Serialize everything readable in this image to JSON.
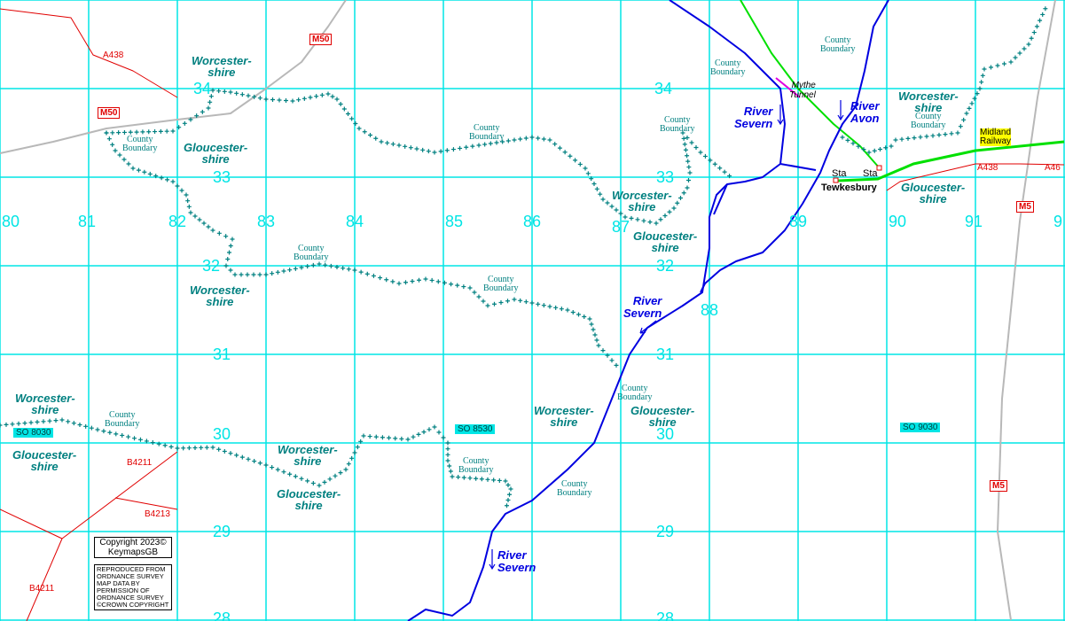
{
  "grid": {
    "eastings": [
      "80",
      "81",
      "82",
      "83",
      "84",
      "85",
      "86",
      "87",
      "88",
      "89",
      "90",
      "91",
      "9"
    ],
    "northings": [
      "34",
      "33",
      "32",
      "31",
      "30",
      "29",
      "28"
    ]
  },
  "grid_refs": [
    "SO 8030",
    "SO 8530",
    "SO 9030"
  ],
  "counties": {
    "worcestershire": "Worcester-\nshire",
    "gloucestershire": "Gloucester-\nshire"
  },
  "county_boundary": "County\nBoundary",
  "rivers": {
    "severn": "River\nSevern",
    "avon": "River\nAvon"
  },
  "roads": {
    "a438": "A438",
    "a46": "A46",
    "b4211": "B4211",
    "b4213": "B4213",
    "m50": "M50",
    "m5": "M5"
  },
  "places": {
    "tunnel": "Mythe\nTunnel",
    "station": "Sta",
    "town": "Tewkesbury",
    "railway": "Midland\nRailway"
  },
  "copyright": {
    "line1": "Copyright 2023©",
    "line2": "KeymapsGB",
    "reproduced": [
      "REPRODUCED FROM",
      "ORDNANCE SURVEY",
      "MAP DATA BY",
      "PERMISSION OF",
      "ORDNANCE SURVEY",
      "©CROWN COPYRIGHT"
    ]
  },
  "colors": {
    "grid": "#00e5e5",
    "boundary": "#008080",
    "river": "#0000e0",
    "road": "#e00000",
    "motorway": "#b8b8b8",
    "railway": "#00e000",
    "tunnel": "#e000e0"
  }
}
